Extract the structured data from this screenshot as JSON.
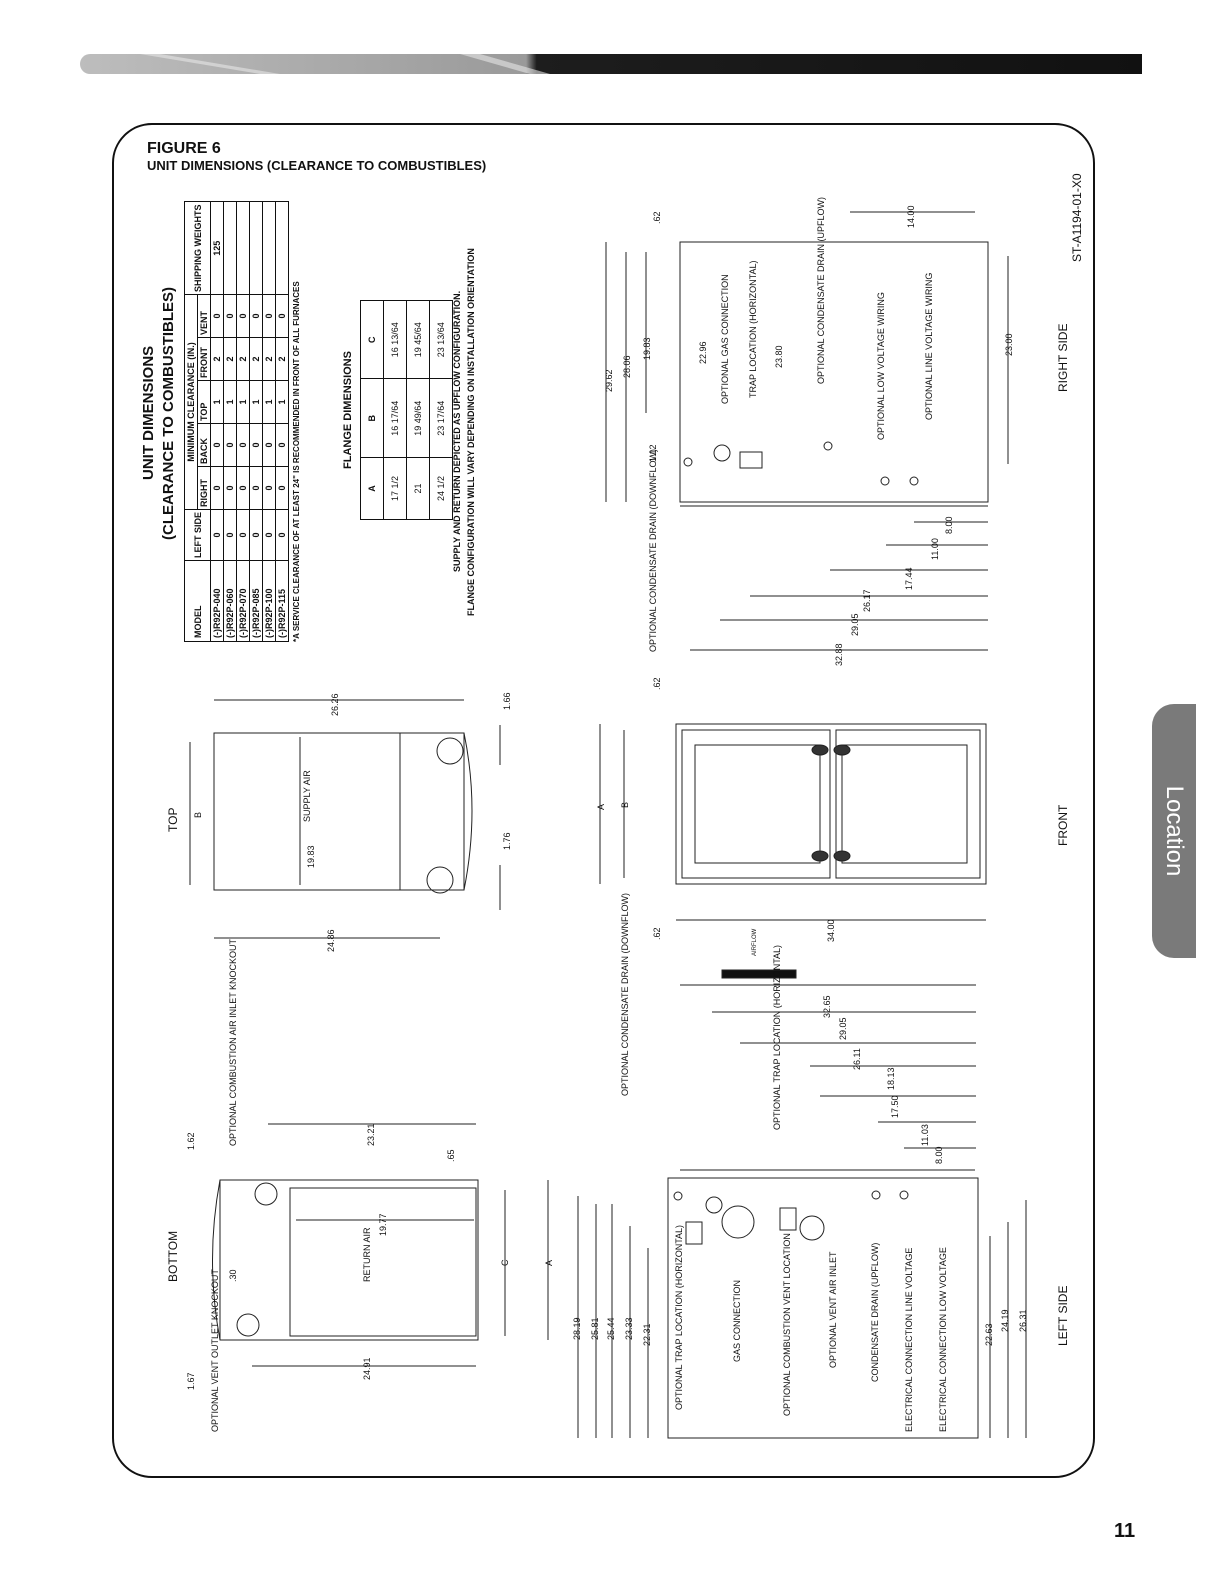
{
  "figure_title": "FIGURE 6",
  "figure_subtitle": "UNIT DIMENSIONS (CLEARANCE TO COMBUSTIBLES)",
  "drawing_id": "ST-A1194-01-X0",
  "side_tab": "Location",
  "page_number": "11",
  "table": {
    "title_line1": "UNIT DIMENSIONS",
    "title_line2": "(CLEARANCE TO COMBUSTIBLES)",
    "group_header": "MINIMUM CLEARANCE (IN.)",
    "headers": [
      "MODEL",
      "LEFT SIDE",
      "RIGHT",
      "BACK",
      "TOP",
      "FRONT",
      "VENT",
      "SHIPPING WEIGHTS"
    ],
    "rows": [
      [
        "(-)R92P-040",
        "0",
        "0",
        "0",
        "1",
        "2",
        "0",
        "125"
      ],
      [
        "(-)R92P-060",
        "0",
        "0",
        "0",
        "1",
        "2",
        "0",
        ""
      ],
      [
        "(-)R92P-070",
        "0",
        "0",
        "0",
        "1",
        "2",
        "0",
        ""
      ],
      [
        "(-)R92P-085",
        "0",
        "0",
        "0",
        "1",
        "2",
        "0",
        ""
      ],
      [
        "(-)R92P-100",
        "0",
        "0",
        "0",
        "1",
        "2",
        "0",
        ""
      ],
      [
        "(-)R92P-115",
        "0",
        "0",
        "0",
        "1",
        "2",
        "0",
        ""
      ]
    ],
    "footnote": "*A SERVICE CLEARANCE OF AT LEAST 24\" IS RECOMMENDED IN FRONT OF ALL FURNACES"
  },
  "flange": {
    "title": "FLANGE DIMENSIONS",
    "headers": [
      "A",
      "B",
      "C"
    ],
    "rows": [
      [
        "17 1/2",
        "16 17/64",
        "16 13/64"
      ],
      [
        "21",
        "19 49/64",
        "19 45/64"
      ],
      [
        "24 1/2",
        "23 17/64",
        "23 13/64"
      ]
    ],
    "note1": "SUPPLY AND RETURN DEPICTED AS UPFLOW CONFIGURATION.",
    "note2": "FLANGE CONFIGURATION WILL VARY DEPENDING ON INSTALLATION ORIENTATION"
  },
  "views": {
    "top": {
      "label": "TOP",
      "supply": "SUPPLY AIR",
      "dims": [
        "26.26",
        "19.83",
        "24.86",
        "1.66",
        "1.76",
        "B"
      ]
    },
    "bottom": {
      "label": "BOTTOM",
      "return": "RETURN AIR",
      "dims": [
        "1.62",
        "23.21",
        "19.77",
        ".65",
        "24.91",
        "1.67",
        ".30",
        "C",
        "A"
      ],
      "callouts": [
        "OPTIONAL COMBUSTION AIR INLET KNOCKOUT",
        "OPTIONAL VENT OUTLET KNOCKOUT"
      ]
    },
    "front": {
      "label": "FRONT",
      "dims": [
        ".62",
        "A",
        "B",
        ".62",
        "34.00"
      ]
    },
    "right_side": {
      "label": "RIGHT SIDE",
      "dims": [
        ".62",
        "29.62",
        "28.06",
        "19.83",
        "22.96",
        "23.80",
        "1.12",
        "14.00",
        "23.00",
        "8.00",
        "11.00",
        "17.44",
        "26.17",
        "29.05",
        "32.88"
      ],
      "callouts": [
        "OPTIONAL GAS CONNECTION",
        "TRAP LOCATION (HORIZONTAL)",
        "OPTIONAL CONDENSATE DRAIN (UPFLOW)",
        "OPTIONAL LOW VOLTAGE WIRING",
        "OPTIONAL LINE VOLTAGE WIRING",
        "OPTIONAL CONDENSATE DRAIN (DOWNFLOW)"
      ]
    },
    "left_side": {
      "label": "LEFT SIDE",
      "airflow": "AIRFLOW",
      "dims": [
        "32.65",
        "29.05",
        "26.11",
        "18.13",
        "17.50",
        "11.03",
        "8.00",
        "28.19",
        "25.81",
        "25.44",
        "23.33",
        "22.31",
        "22.63",
        "24.19",
        "26.31"
      ],
      "callouts": [
        "OPTIONAL CONDENSATE DRAIN (DOWNFLOW)",
        "OPTIONAL TRAP LOCATION (HORIZONTAL)",
        "OPTIONAL TRAP LOCATION (HORIZONTAL)",
        "GAS CONNECTION",
        "OPTIONAL COMBUSTION VENT LOCATION",
        "OPTIONAL VENT AIR INLET",
        "CONDENSATE DRAIN (UPFLOW)",
        "ELECTRICAL CONNECTION LINE VOLTAGE",
        "ELECTRICAL CONNECTION LOW VOLTAGE"
      ]
    }
  }
}
